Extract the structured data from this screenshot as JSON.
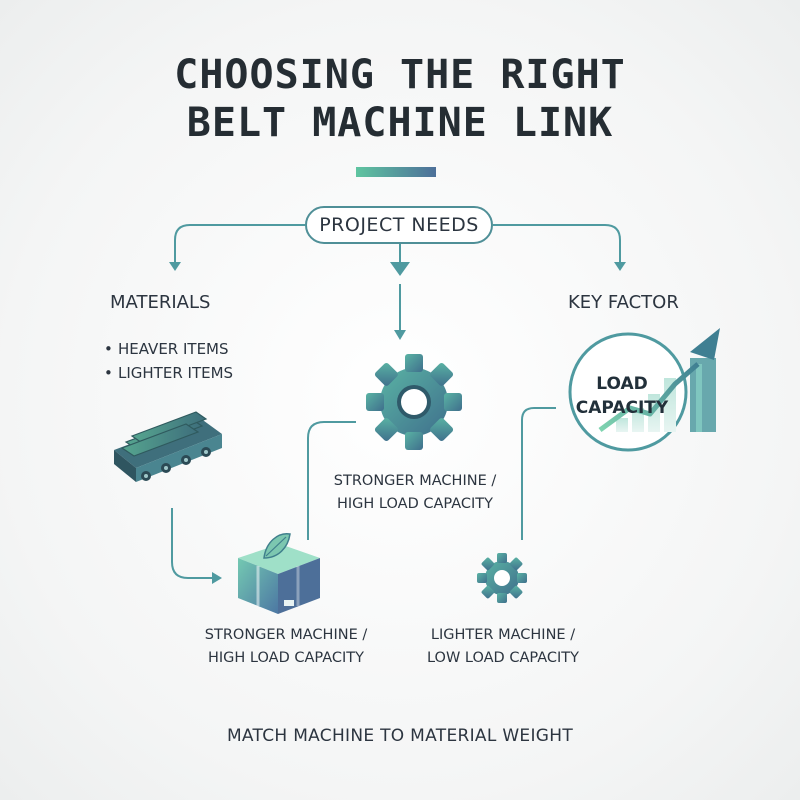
{
  "title": {
    "line1": "CHOOSING THE RIGHT",
    "line2": "BELT MACHINE LINK"
  },
  "root": {
    "label": "PROJECT NEEDS"
  },
  "materials": {
    "heading": "MATERIALS",
    "items": [
      "HEAVER ITEMS",
      "LIGHTER ITEMS"
    ]
  },
  "key_factor": {
    "heading": "KEY FACTOR",
    "badge_line1": "LOAD",
    "badge_line2": "CAPACITY"
  },
  "center_gear": {
    "caption_line1": "STRONGER MACHINE /",
    "caption_line2": "HIGH LOAD CAPACITY"
  },
  "box_node": {
    "caption_line1": "STRONGER MACHINE /",
    "caption_line2": "HIGH LOAD CAPACITY"
  },
  "small_gear": {
    "caption_line1": "LIGHTER MACHINE /",
    "caption_line2": "LOW LOAD CAPACITY"
  },
  "footer": "MATCH MACHINE TO MATERIAL WEIGHT",
  "colors": {
    "accent_teal": "#4f9aa0",
    "accent_green": "#5fc0a0",
    "accent_blue": "#4d6f99",
    "text_dark": "#252d33"
  },
  "icons": {
    "conveyor": "conveyor-belt-icon",
    "gear": "gear-icon",
    "box": "box-with-leaf-icon",
    "chart": "rising-chart-icon"
  }
}
